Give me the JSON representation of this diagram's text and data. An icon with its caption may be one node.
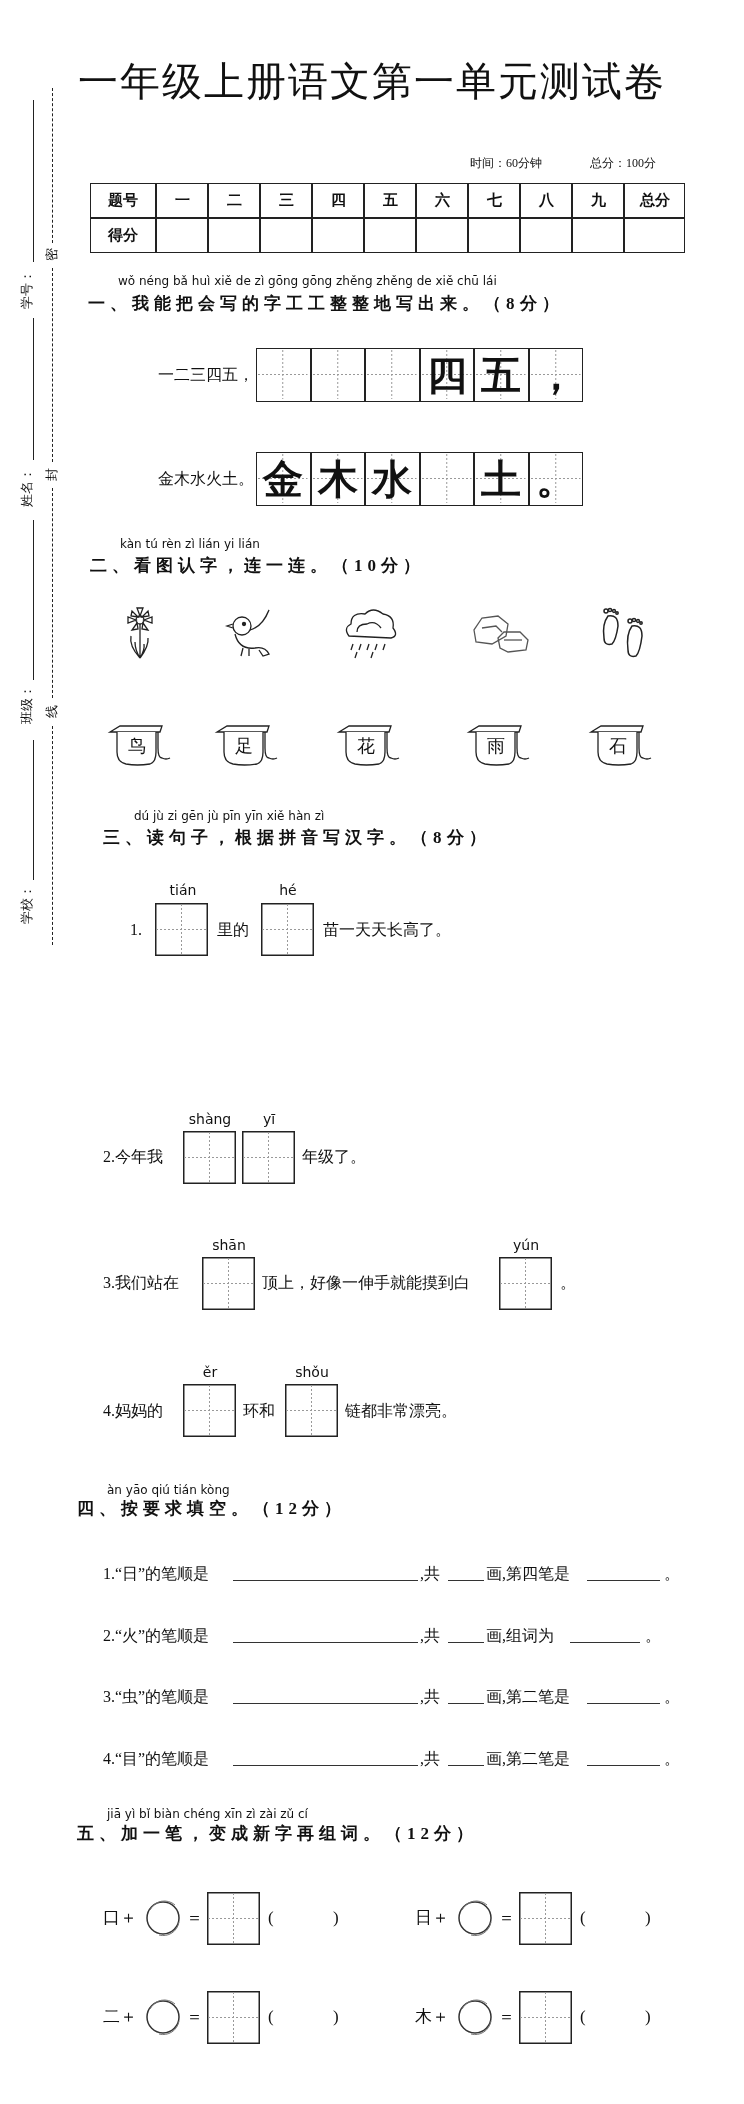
{
  "diagram": {
    "title": "一年级上册语文第一单元测试卷",
    "nodes": [
      {
        "text": [
          "鸟"
        ]
      },
      {
        "text": [
          "足"
        ]
      },
      {
        "text": [
          "花"
        ]
      },
      {
        "text": [
          "雨"
        ]
      },
      {
        "text": [
          "石"
        ]
      }
    ],
    "labels": [
      "时间：60分钟",
      "总分：100分",
      "题号",
      "一",
      "二",
      "三",
      "四",
      "五",
      "六",
      "七",
      "八",
      "九",
      "总分",
      "得分",
      "wǒ néng bǎ huì xiě de zì gōng gōng zhěng zhěng de xiě chū lái",
      "一、我能把会写的字工工整整地写出来。（8分）",
      "一二三四五，",
      "四",
      "五",
      "，",
      "金木水火土。",
      "金",
      "木",
      "水",
      "土",
      "。",
      "kàn tú rèn zì lián yi lián",
      "二、看图认字，连一连。（10分）",
      "dú jù zi gēn jù pīn yīn xiě hàn zì",
      "三、读句子，根据拼音写汉字。（8分）",
      "tián",
      "hé",
      "1.",
      "里的",
      "苗一天天长高了。",
      "shàng",
      "yī",
      "2.今年我",
      "年级了。",
      "shān",
      "yún",
      "3.我们站在",
      "顶上，好像一伸手就能摸到白",
      "。",
      "ěr",
      "shǒu",
      "4.妈妈的",
      "环和",
      "链都非常漂亮。",
      "àn yāo qiú tián kòng",
      "四、按要求填空。（12分）",
      "1.“日”的笔顺是",
      ",共",
      "画,第四笔是",
      "。",
      "2.“火”的笔顺是",
      ",共",
      "画,组词为",
      "。",
      "3.“虫”的笔顺是",
      ",共",
      "画,第二笔是",
      "。",
      "4.“目”的笔顺是",
      ",共",
      "画,第二笔是",
      "。",
      "jiā yì bǐ biàn chéng xīn zì zài zǔ cí",
      "五、加一笔，变成新字再组词。（12分）",
      "口＋",
      "＝",
      "(",
      ")",
      "日＋",
      "＝",
      "(",
      ")",
      "二＋",
      "＝",
      "(",
      ")",
      "木＋",
      "＝",
      "(",
      ")",
      "学号：",
      "密",
      "姓名：",
      "封",
      "班级：",
      "线",
      "学校："
    ]
  }
}
